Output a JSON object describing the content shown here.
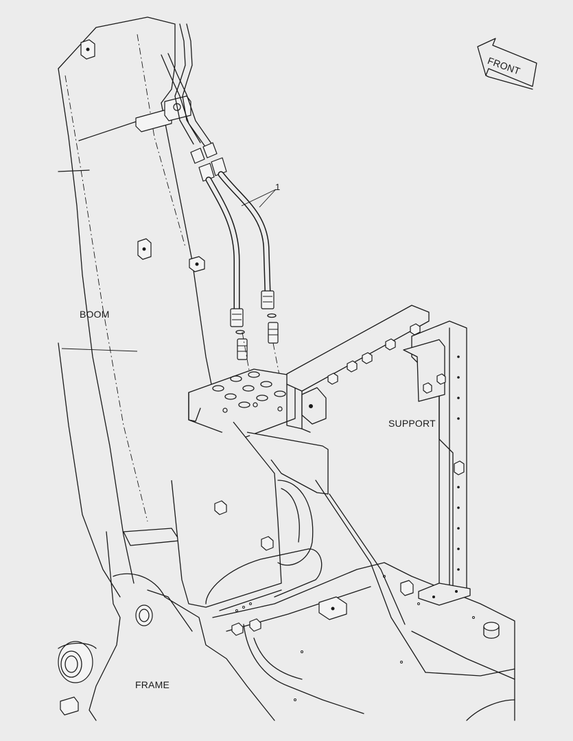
{
  "labels": {
    "boom": "BOOM",
    "support": "SUPPORT",
    "frame": "FRAME",
    "front": "FRONT",
    "callout": "1"
  },
  "colors": {
    "background": "#ececec",
    "line": "#1a1a1a"
  },
  "icons": {
    "front_arrow": "front-arrow-icon"
  }
}
